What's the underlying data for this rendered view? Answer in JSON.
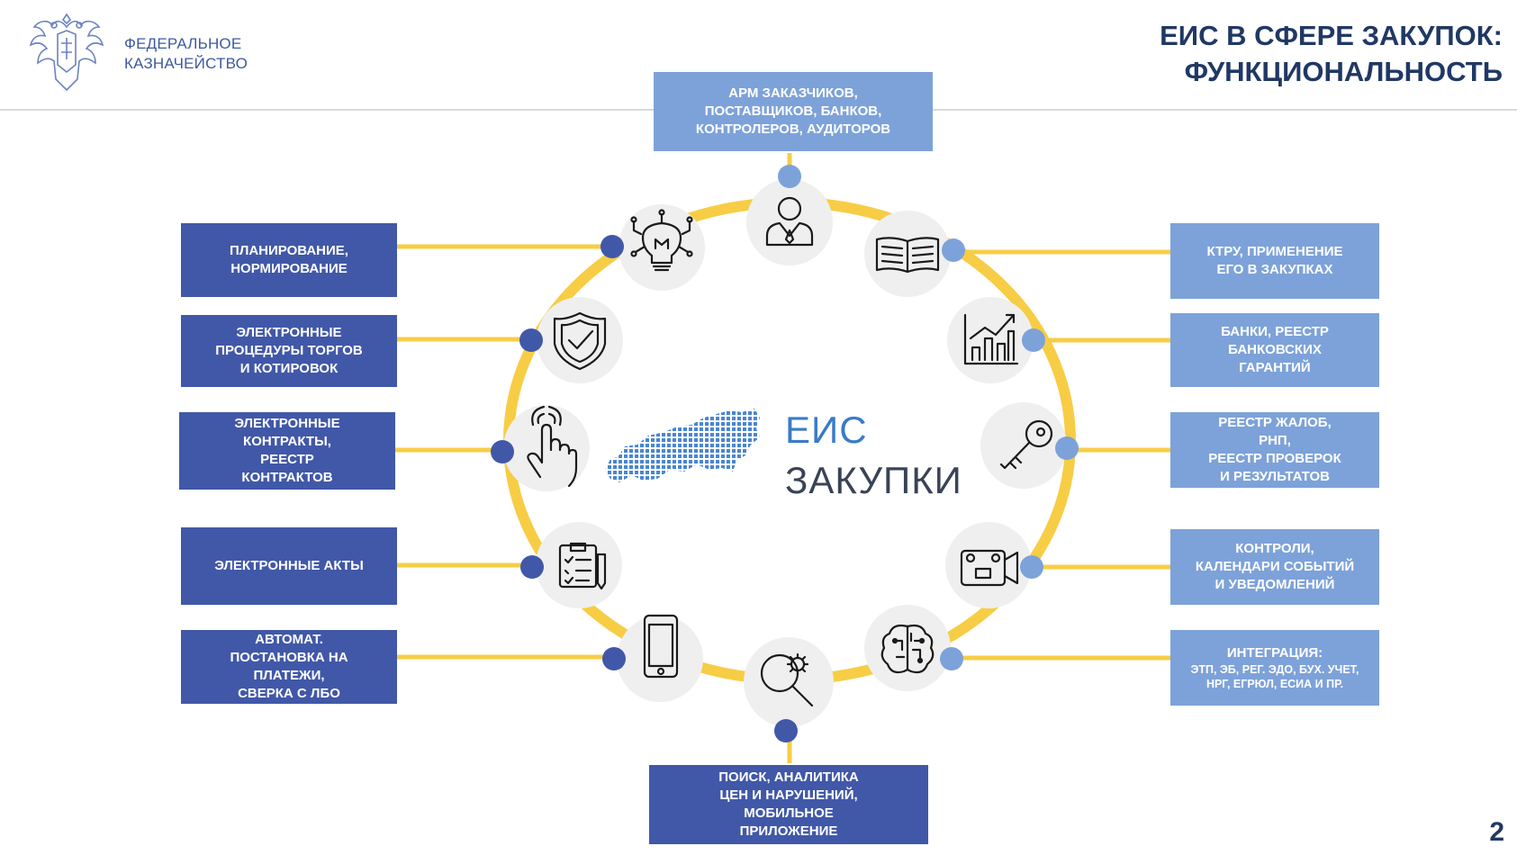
{
  "header": {
    "org_name_line1": "ФЕДЕРАЛЬНОЕ",
    "org_name_line2": "КАЗНАЧЕЙСТВО",
    "title_line1": "ЕИС В СФЕРЕ ЗАКУПОК:",
    "title_line2": "ФУНКЦИОНАЛЬНОСТЬ"
  },
  "center_logo": {
    "line1": "ЕИС",
    "line2": "ЗАКУПКИ"
  },
  "nodes": {
    "top": "АРМ ЗАКАЗЧИКОВ,\nПОСТАВЩИКОВ, БАНКОВ,\nКОНТРОЛЕРОВ, АУДИТОРОВ",
    "bottom": "ПОИСК, АНАЛИТИКА\nЦЕН И НАРУШЕНИЙ,\nМОБИЛЬНОЕ\nПРИЛОЖЕНИЕ",
    "left": [
      "ПЛАНИРОВАНИЕ,\nНОРМИРОВАНИЕ",
      "ЭЛЕКТРОННЫЕ\nПРОЦЕДУРЫ ТОРГОВ\nИ КОТИРОВОК",
      "ЭЛЕКТРОННЫЕ\nКОНТРАКТЫ,\nРЕЕСТР\nКОНТРАКТОВ",
      "ЭЛЕКТРОННЫЕ АКТЫ",
      "АВТОМАТ.\nПОСТАНОВКА НА\nПЛАТЕЖИ,\nСВЕРКА С ЛБО"
    ],
    "right": [
      "КТРУ, ПРИМЕНЕНИЕ\nЕГО В ЗАКУПКАХ",
      "БАНКИ, РЕЕСТР\nБАНКОВСКИХ\nГАРАНТИЙ",
      "РЕЕСТР ЖАЛОБ,\nРНП,\nРЕЕСТР ПРОВЕРОК\nИ РЕЗУЛЬТАТОВ",
      "КОНТРОЛИ,\nКАЛЕНДАРИ СОБЫТИЙ\nИ УВЕДОМЛЕНИЙ"
    ],
    "right_last_title": "ИНТЕГРАЦИЯ:",
    "right_last_detail": "ЭТП, ЭБ, РЕГ. ЭДО, БУХ. УЧЕТ,\nНРГ, ЕГРЮЛ, ЕСИА И ПР."
  },
  "icons": [
    "user-icon",
    "book-icon",
    "chart-icon",
    "key-icon",
    "camera-icon",
    "brain-icon",
    "search-gear-icon",
    "phone-icon",
    "checklist-icon",
    "touch-icon",
    "shield-check-icon",
    "bulb-icon"
  ],
  "colors": {
    "dark_box": "#4158a8",
    "light_box": "#7da2d9",
    "ring": "#f7cd45",
    "title": "#203864"
  },
  "page_number": "2"
}
